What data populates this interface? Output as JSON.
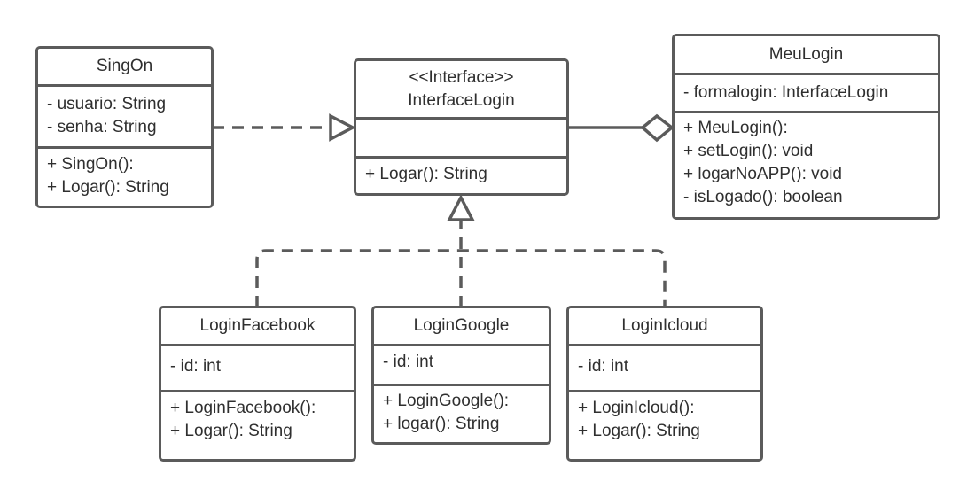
{
  "classes": {
    "singon": {
      "name": "SingOn",
      "attributes": [
        "- usuario: String",
        "- senha: String"
      ],
      "methods": [
        "+ SingOn():",
        "+ Logar(): String"
      ]
    },
    "interfacelogin": {
      "stereotype": "<<Interface>>",
      "name": "InterfaceLogin",
      "attributes": [],
      "methods": [
        "+ Logar(): String"
      ]
    },
    "meulogin": {
      "name": "MeuLogin",
      "attributes": [
        "- formalogin: InterfaceLogin"
      ],
      "methods": [
        "+ MeuLogin():",
        "+ setLogin(): void",
        "+ logarNoAPP(): void",
        "- isLogado(): boolean"
      ]
    },
    "loginfacebook": {
      "name": "LoginFacebook",
      "attributes": [
        "- id: int"
      ],
      "methods": [
        "+ LoginFacebook():",
        "+ Logar(): String"
      ]
    },
    "logingoogle": {
      "name": "LoginGoogle",
      "attributes": [
        "- id: int"
      ],
      "methods": [
        "+ LoginGoogle():",
        "+ logar(): String"
      ]
    },
    "loginicloud": {
      "name": "LoginIcloud",
      "attributes": [
        "- id: int"
      ],
      "methods": [
        "+ LoginIcloud():",
        "+ Logar(): String"
      ]
    }
  },
  "relationships": [
    {
      "type": "realization",
      "from": "SingOn",
      "to": "InterfaceLogin"
    },
    {
      "type": "aggregation",
      "from": "InterfaceLogin",
      "to": "MeuLogin"
    },
    {
      "type": "realization",
      "from": "LoginFacebook",
      "to": "InterfaceLogin"
    },
    {
      "type": "realization",
      "from": "LoginGoogle",
      "to": "InterfaceLogin"
    },
    {
      "type": "realization",
      "from": "LoginIcloud",
      "to": "InterfaceLogin"
    }
  ],
  "colors": {
    "stroke": "#5b5b5b",
    "text": "#2f2f2f",
    "background": "#ffffff"
  }
}
